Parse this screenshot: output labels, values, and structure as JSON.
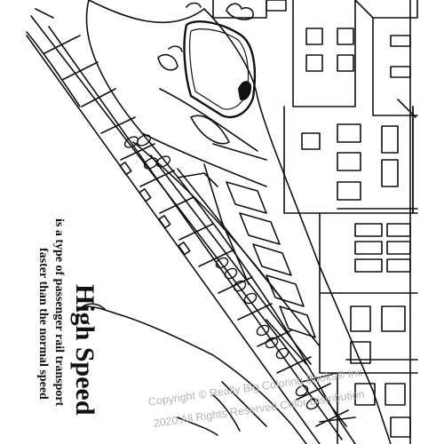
{
  "page": {
    "title": "High Speed",
    "description_line1": "is a type of passenger rail transport",
    "description_line2": "faster than the normal speed"
  },
  "watermark": {
    "line1": "Copyright © Really Big Coloring Books® Inc",
    "line2": "2020 All Rights Reserved Color Distribution"
  },
  "colors": {
    "ink": "#111111",
    "watermark": "#b5b5b5",
    "paper": "#ffffff"
  }
}
